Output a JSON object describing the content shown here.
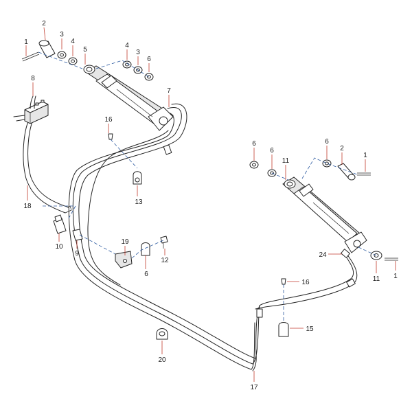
{
  "diagram": {
    "labels": [
      {
        "id": "c1a",
        "text": "1"
      },
      {
        "id": "c2a",
        "text": "2"
      },
      {
        "id": "c3a",
        "text": "3"
      },
      {
        "id": "c4a",
        "text": "4"
      },
      {
        "id": "c5",
        "text": "5"
      },
      {
        "id": "c4b",
        "text": "4"
      },
      {
        "id": "c3b",
        "text": "3"
      },
      {
        "id": "c6a",
        "text": "6"
      },
      {
        "id": "c7",
        "text": "7"
      },
      {
        "id": "c8",
        "text": "8"
      },
      {
        "id": "c16a",
        "text": "16"
      },
      {
        "id": "c13",
        "text": "13"
      },
      {
        "id": "c18",
        "text": "18"
      },
      {
        "id": "c10",
        "text": "10"
      },
      {
        "id": "c9",
        "text": "9"
      },
      {
        "id": "c19",
        "text": "19"
      },
      {
        "id": "c6b",
        "text": "6"
      },
      {
        "id": "c12",
        "text": "12"
      },
      {
        "id": "c20",
        "text": "20"
      },
      {
        "id": "c17",
        "text": "17"
      },
      {
        "id": "c6c",
        "text": "6"
      },
      {
        "id": "c6d",
        "text": "6"
      },
      {
        "id": "c11a",
        "text": "11"
      },
      {
        "id": "c6e",
        "text": "6"
      },
      {
        "id": "c2b",
        "text": "2"
      },
      {
        "id": "c1b",
        "text": "1"
      },
      {
        "id": "c24",
        "text": "24"
      },
      {
        "id": "c11b",
        "text": "11"
      },
      {
        "id": "c1c",
        "text": "1"
      },
      {
        "id": "c16b",
        "text": "16"
      },
      {
        "id": "c15",
        "text": "15"
      }
    ]
  }
}
